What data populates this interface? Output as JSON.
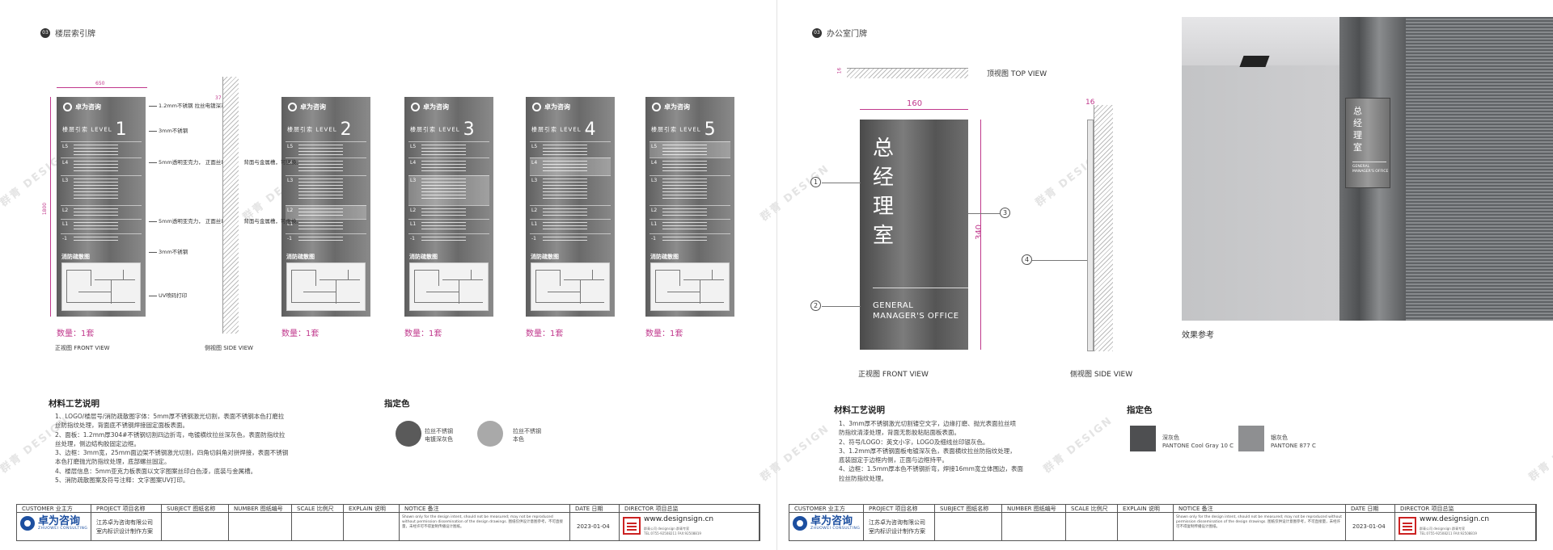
{
  "left": {
    "section_num": "03",
    "section_title": "楼层索引牌",
    "width_dim": "650",
    "height_dim": "1800",
    "side_dim": "37",
    "signs": [
      {
        "brand": "卓为咨询",
        "title": "楼层引索 LEVEL",
        "level": "1",
        "qty": "数量：1套"
      },
      {
        "brand": "卓为咨询",
        "title": "楼层引索 LEVEL",
        "level": "2",
        "qty": "数量：1套"
      },
      {
        "brand": "卓为咨询",
        "title": "楼层引索 LEVEL",
        "level": "3",
        "qty": "数量：1套"
      },
      {
        "brand": "卓为咨询",
        "title": "楼层引索 LEVEL",
        "level": "4",
        "qty": "数量：1套"
      },
      {
        "brand": "卓为咨询",
        "title": "楼层引索 LEVEL",
        "level": "5",
        "qty": "数量：1套"
      }
    ],
    "row_levels": [
      "L5",
      "L4",
      "L3",
      "L2",
      "L1",
      "-1"
    ],
    "fire_label": "消防疏散图",
    "callouts": [
      "1.2mm不锈钢\n拉丝电镀深灰色",
      "3mm不锈钢",
      "5mm透明亚克力，\n正面丝印内容，\n背面与金属槽，可更换。",
      "5mm透明亚克力，\n正面丝印内容，\n背面与金属槽，可更换。",
      "3mm不锈钢",
      "UV喷码打印"
    ],
    "front_view": "正视图 FRONT VIEW",
    "side_view": "侧视图 SIDE VIEW",
    "material_title": "材料工艺说明",
    "material_lines": [
      "1、LOGO/楼层号/消防疏散图字体：5mm厚不锈钢激光切割，表面不锈钢本色打磨拉",
      "丝防指纹处理，背面底不锈钢焊接固定面板表面。",
      "2、面板：1.2mm厚304#不锈钢切割四边折弯，电镀横纹拉丝深灰色，表面防指纹拉",
      "丝处理，侧边结构胶固定边框。",
      "3、边框：3mm宽，25mm面边架不锈钢激光切割，四角切斜角对拼焊接，表面不锈钢",
      "本色打磨抛光防指纹处理，底部螺丝固定。",
      "4、楼层信息：5mm亚克力板表面以文字图案丝印白色漆，底装与金属槽。",
      "5、消防疏散图案及符号注释：文字图案UV打印。"
    ],
    "color_title": "指定色",
    "colors": [
      {
        "label": "拉丝不锈钢\n电镀深灰色",
        "hex": "#5a5a5a"
      },
      {
        "label": "拉丝不锈钢\n本色",
        "hex": "#a9a9a9"
      }
    ]
  },
  "right": {
    "section_num": "03",
    "section_title": "办公室门牌",
    "top_view": "顶视图 TOP VIEW",
    "top_dim": "16",
    "width_dim": "160",
    "height_dim": "340",
    "side_dim": "16",
    "sign_chars": [
      "总",
      "经",
      "理",
      "室"
    ],
    "sign_en_1": "GENERAL",
    "sign_en_2": "MANAGER'S OFFICE",
    "markers": [
      "1",
      "2",
      "3",
      "4"
    ],
    "front_view": "正视图 FRONT VIEW",
    "side_view": "侧视图 SIDE VIEW",
    "photo_label": "效果参考",
    "photo_sign_chars": [
      "总",
      "经",
      "理",
      "室"
    ],
    "photo_sign_en": "GENERAL\nMANAGER'S OFFICE",
    "material_title": "材料工艺说明",
    "material_lines": [
      "1、3mm厚不锈钢激光切割镂空文字，边缘打磨、抛光表面拉丝喷",
      "防指纹清漆处理，背面无影胶粘贴面板表面。",
      "2、符号/LOGO：英文小字，LOGO及细线丝印银灰色。",
      "3、1.2mm厚不锈钢面板电镀深灰色，表面横纹拉丝防指纹处理，",
      "底装固定于边框内侧，正面与边框持平。",
      "4、边框：1.5mm厚本色不锈钢折弯，焊接16mm宽立体围边，表面",
      "拉丝防指纹处理。"
    ],
    "color_title": "指定色",
    "colors": [
      {
        "label": "深灰色\nPANTONE Cool Gray 10 C",
        "hex": "#4e4f51"
      },
      {
        "label": "银灰色\nPANTONE 877 C",
        "hex": "#8e8f91"
      }
    ]
  },
  "title_block": {
    "headers": [
      "CUSTOMER 业主方",
      "PROJECT 项目名称",
      "SUBJECT 图纸名称",
      "NUMBER 图纸编号",
      "SCALE 比例尺",
      "EXPLAIN 说明",
      "NOTICE 备注",
      "DATE 日期",
      "DIRECTOR 项目总监"
    ],
    "logo_name": "卓为咨询",
    "logo_sub": "ZHUOWEI CONSULTING",
    "project_line1": "江苏卓为咨询有限公司",
    "project_line2": "室内标识设计制作方案",
    "notice": "Shown only for the design intent, should not be measured; may not be reproduced without permission dissemination of the design drawings. 图纸仅供设计意图参考，不可直接量，未经许可不得复制传播设计图纸。",
    "date": "2023-01-04",
    "website": "www.designsign.cn",
    "site_sub": "群青公司 designsign 群青专家\nTEL:0755-92508211 FAX:92508819"
  },
  "watermark": "群青 DESIGN"
}
